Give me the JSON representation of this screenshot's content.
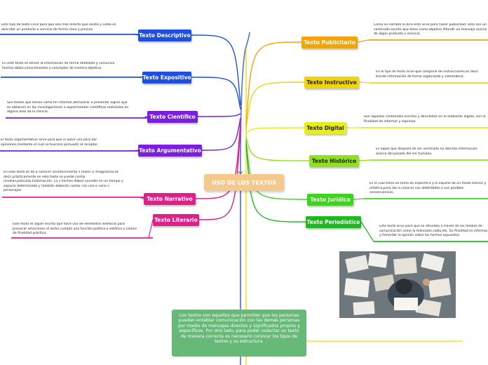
{
  "center": {
    "title": "USO DE LOS TEXTOS"
  },
  "note": {
    "text": "Los textos son aquellos que permiten que las personas puedan entablar comunicación con las demás personas por medio de mensajes directos y significados propios y específicos. Por otro lado, para poder redactar un texto de manera correcta es necesario conocer los tipos de textos y su estructura."
  },
  "colors": {
    "descriptivo": "#1f4fe0",
    "expositivo": "#1f4fe0",
    "cientifico": "#7a1fe0",
    "argumentativo": "#7a1fe0",
    "narrativo": "#e01f8a",
    "literario": "#e01f8a",
    "publicitario": "#f2a40a",
    "instructivo": "#f2d40a",
    "digital": "#e8ee1a",
    "historico": "#8fe01f",
    "juridico": "#3fd21f",
    "periodistico": "#1fb81f",
    "spine": "#4a6fe0",
    "trunk": "#f5e02a"
  },
  "left": [
    {
      "label": "Texto Descriptivo",
      "desc": "Este tipo de texto sirve para que sea más directo que existe y sutilo es describir un producto o servicio de forma clara y precisa."
    },
    {
      "label": "Texto Expositivo",
      "desc": "En este texto se ofrece la información de forma detallada y comunica hechos,datos,conocimientos o conceptos de manera objetiva."
    },
    {
      "label": "Texto Científico",
      "desc": "Son textos que tienen como fin informar,demostrar o presentar logros que se obtienen en las investigaciones o experimentos científicos realizados en alguna área de la ciencia."
    },
    {
      "label": "Texto Argumentativo",
      "desc": "El texto argumentativo sirve para que el autor usa para dar opiniones,mediante el cual se buscara persuadir al receptor."
    },
    {
      "label": "Texto Narrativo",
      "desc": "En este texto se da a conocer acontecimiento s reales o imaginarios,es decir,prácticamente en este texto se puede contar novelas,películas,historias,etc. Lo s hechos deben suceder en un tiempo y espacio determinado y también deberán contar con uno o vario s personajes."
    },
    {
      "label": "Texto Literario",
      "desc": "Este texto es aquel escrito que hace uso de elementos estéticos para provocar emociones al lector,cumple una función poética o estética y carece de finalidad práctica."
    }
  ],
  "right": [
    {
      "label": "Texto Publicitario",
      "desc": "Como su nombre lo dice este sirve para hacer publicidad, esto son un contenido escrito que tiene como objetivo difundir un mensaje acerca de algún producto o servicio."
    },
    {
      "label": "Texto Instructivo",
      "desc": "En el tipo de texto sirve que compone de instrucciones,es decir brinda información de forma organizada y sistemática."
    },
    {
      "label": "Texto Digital",
      "desc": "Son aquellos contenidos escritos y difundidos en el ambiente digital, con la finalidad de informar y expresar."
    },
    {
      "label": "Texto Histórico",
      "desc": "Es aquel que después de ser verificado no sbrinda información acerca del pasado del ser humano."
    },
    {
      "label": "Texto Jurídico",
      "desc": "Es el cual toma un tema en específico y lo expone de un modo teórico y artístico,para dar a conocer sus debilidades o sus posibles consecuencias."
    },
    {
      "label": "Texto Periodístico",
      "desc": "Este texto sirve para que se difundan a través de los medios de comunicación como la televisión,radio,etc. Su finalidad es informar y fomentar la opinión sobre los hechos expuestos."
    }
  ]
}
